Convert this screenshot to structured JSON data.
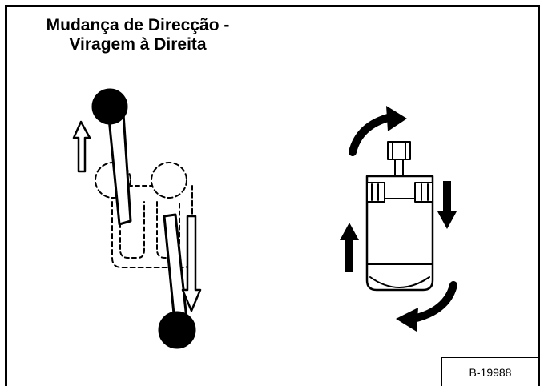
{
  "title": {
    "line1": "Mudança de Direcção -",
    "line2": "Viragem à Direita"
  },
  "reference_code": "B-19988",
  "illustration": {
    "left_panel": "control-levers",
    "right_panel": "machine-top-view",
    "icons": [
      "up-arrow-icon",
      "down-arrow-icon",
      "curved-arrow-icon"
    ]
  }
}
